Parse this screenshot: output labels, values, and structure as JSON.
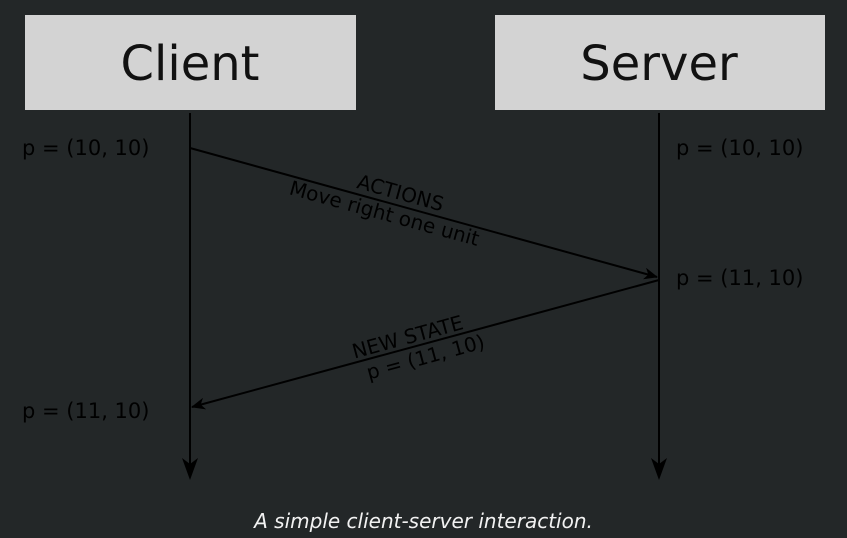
{
  "colors": {
    "background": "#232728",
    "box_fill": "#d3d3d3",
    "line": "#000000",
    "caption_text": "#f2f2f2"
  },
  "diagram": {
    "client": {
      "label": "Client",
      "initial_state": "p = (10, 10)",
      "final_state": "p = (11, 10)"
    },
    "server": {
      "label": "Server",
      "initial_state": "p = (10, 10)",
      "updated_state": "p = (11, 10)"
    },
    "messages": [
      {
        "from": "Client",
        "to": "Server",
        "title": "ACTIONS",
        "detail": "Move right one unit"
      },
      {
        "from": "Server",
        "to": "Client",
        "title": "NEW STATE",
        "detail": "p = (11, 10)"
      }
    ]
  },
  "caption": "A simple client-server interaction."
}
